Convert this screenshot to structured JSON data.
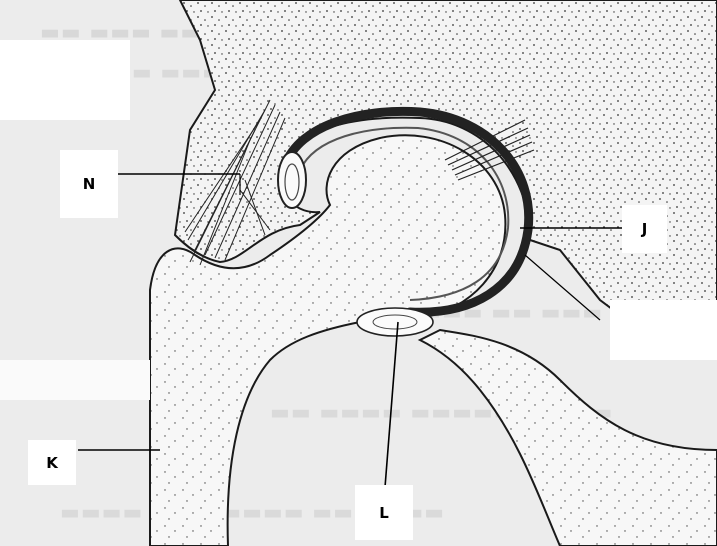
{
  "labels": {
    "n": "N",
    "j": "J",
    "k": "K",
    "l": "L"
  },
  "colors": {
    "background": "#ececec",
    "ink": "#1a1a1a",
    "label_box": "#ffffff"
  }
}
